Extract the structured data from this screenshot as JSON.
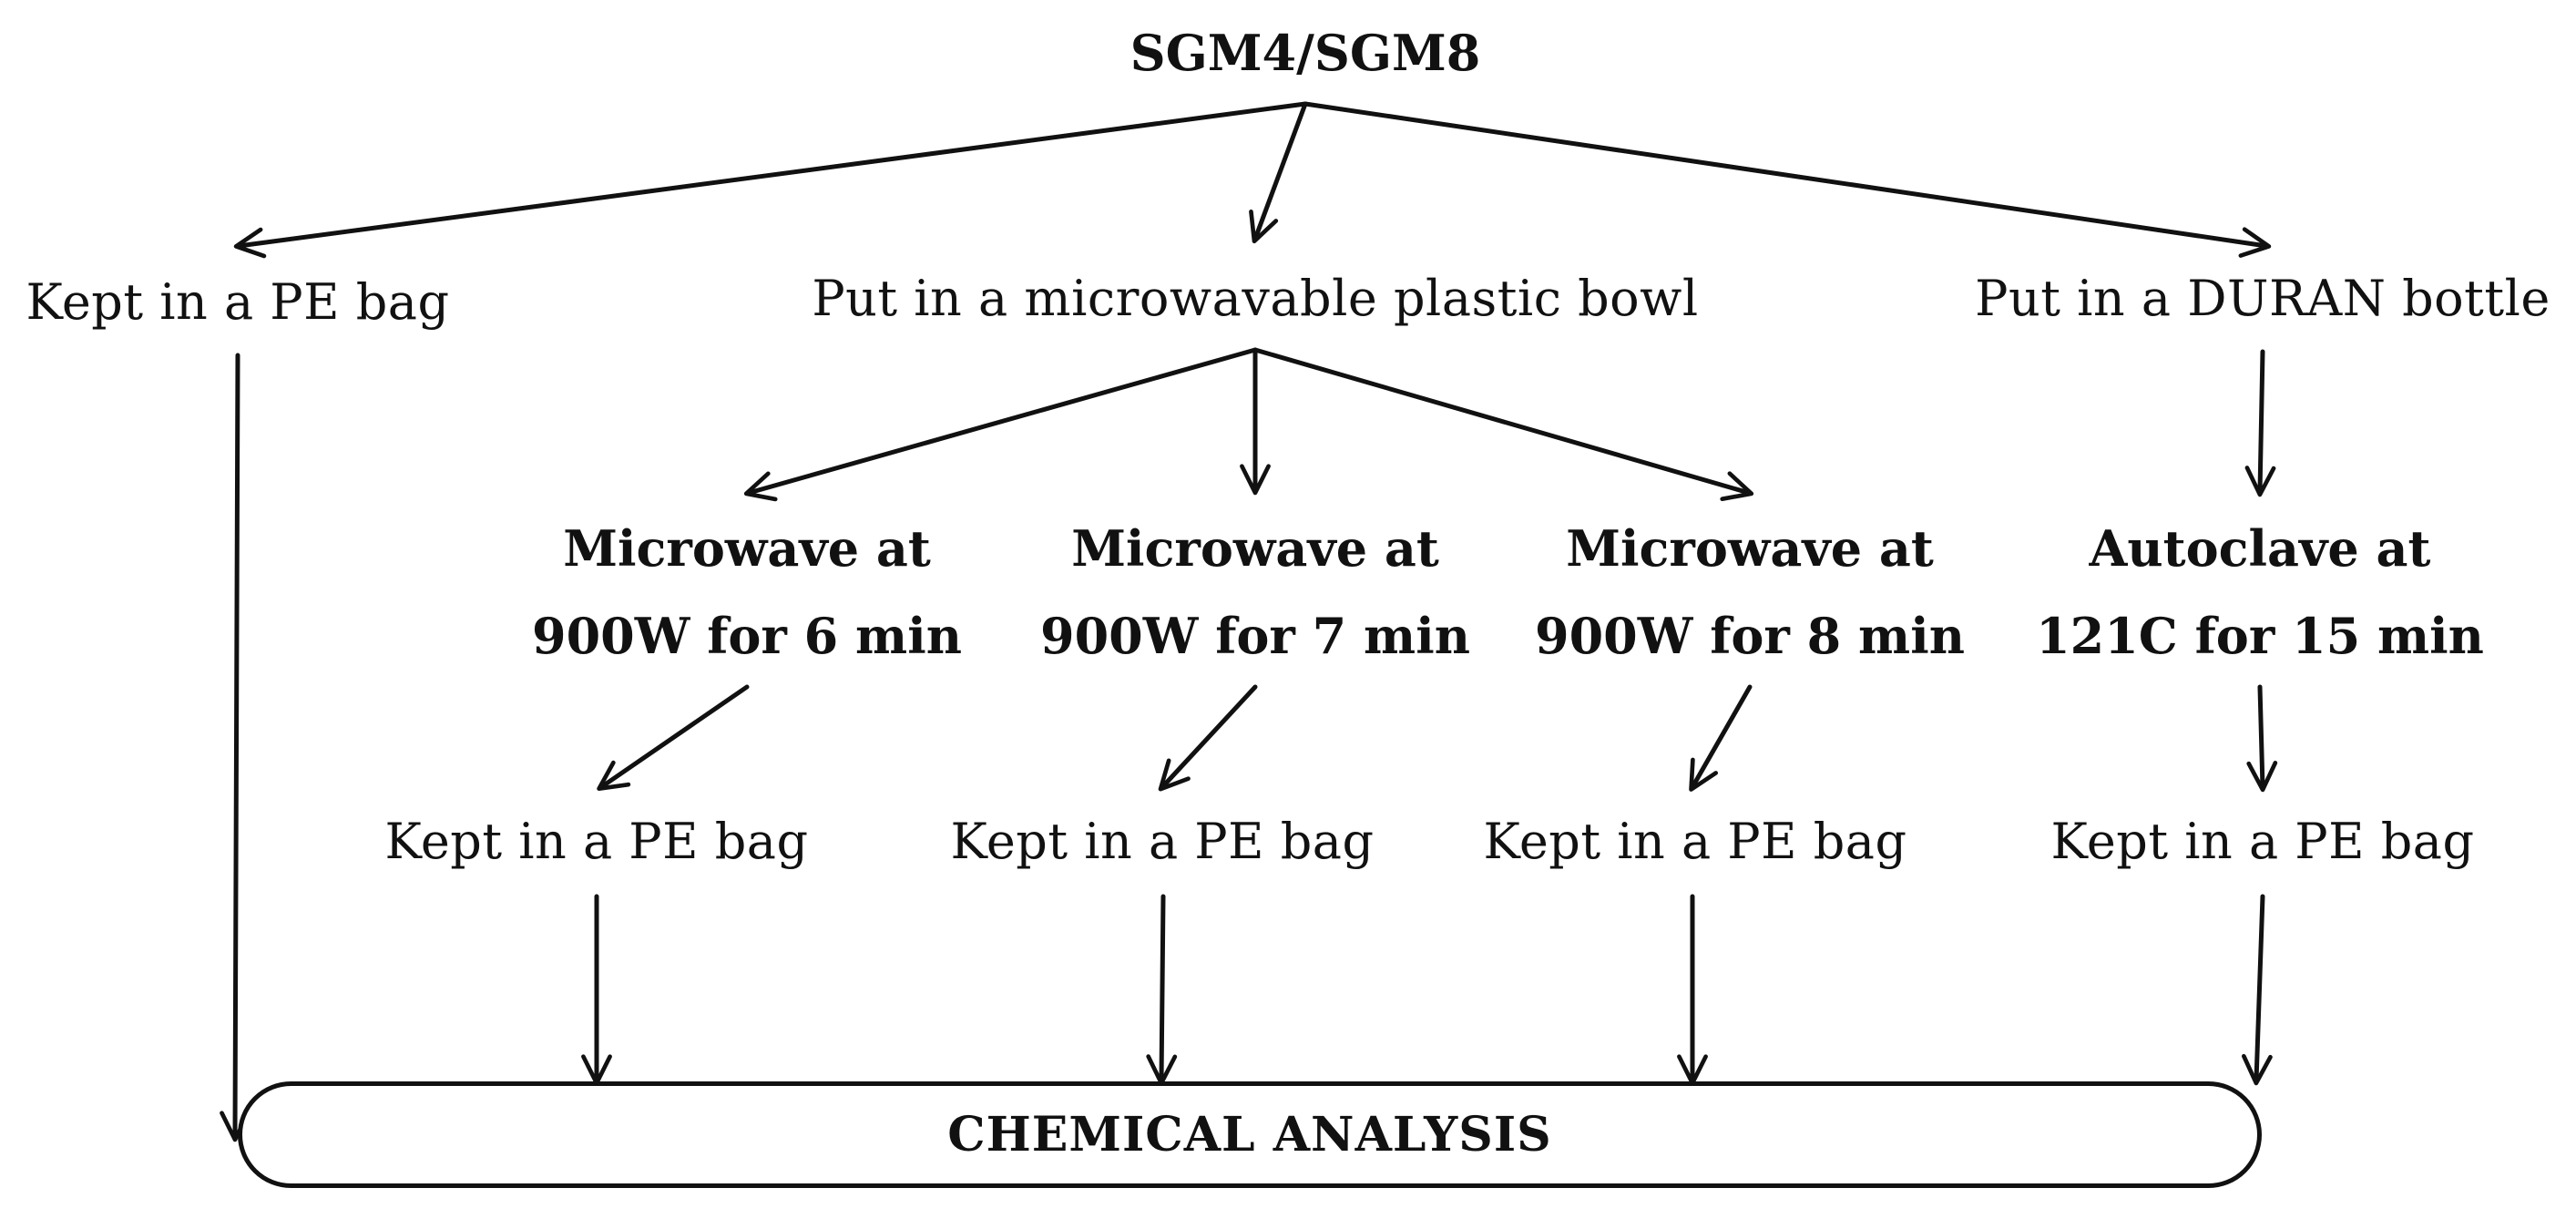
{
  "root": {
    "label": "SGM4/SGM8"
  },
  "branches": {
    "pe_bag": {
      "label": "Kept in a PE bag"
    },
    "bowl": {
      "label": "Put in a microwavable plastic bowl"
    },
    "duran": {
      "label": "Put in a DURAN bottle"
    }
  },
  "treatments": [
    {
      "line1": "Microwave at",
      "line2": "900W for 6 min"
    },
    {
      "line1": "Microwave at",
      "line2": "900W for 7 min"
    },
    {
      "line1": "Microwave at",
      "line2": "900W for 8 min"
    },
    {
      "line1": "Autoclave at",
      "line2": "121C for 15 min"
    }
  ],
  "storage": [
    {
      "label": "Kept in a PE bag"
    },
    {
      "label": "Kept in a PE bag"
    },
    {
      "label": "Kept in a PE bag"
    },
    {
      "label": "Kept in a PE bag"
    }
  ],
  "final": {
    "label": "CHEMICAL ANALYSIS"
  },
  "colors": {
    "ink": "#111111",
    "background": "#ffffff"
  }
}
